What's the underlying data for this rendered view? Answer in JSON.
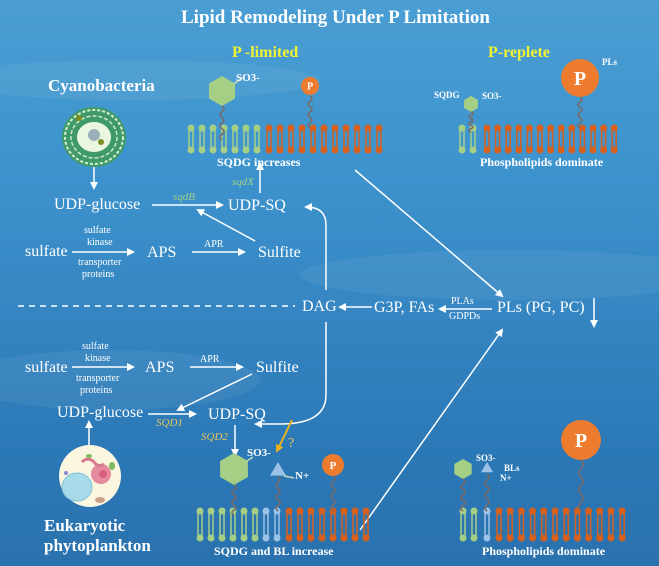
{
  "title": "Lipid Remodeling Under P Limitation",
  "organisms": {
    "top": "Cyanobacteria",
    "bottom_line1": "Eukaryotic",
    "bottom_line2": "phytoplankton"
  },
  "panels": {
    "p_limited_label": "P -limited",
    "p_replete_label": "P-replete",
    "top_left_caption": "SQDG increases",
    "top_right_caption": "Phospholipids dominate",
    "bottom_left_caption": "SQDG and BL increase",
    "bottom_right_caption": "Phospholipids dominate"
  },
  "molecules": {
    "sulfonate": "SO3-",
    "phosphate": "P",
    "amine": "N+",
    "sqdg": "SQDG",
    "pls": "PLs",
    "bls": "BLs",
    "question": "?"
  },
  "pathway_top": {
    "udp_glucose": "UDP-glucose",
    "udp_sq": "UDP-SQ",
    "sulfate": "sulfate",
    "aps": "APS",
    "sulfite": "Sulfite",
    "enzyme_sqdB": "sqdB",
    "enzyme_sqdX": "sqdX",
    "kinase_line1": "sulfate",
    "kinase_line2": "kinase",
    "transporter_line1": "transporter",
    "transporter_line2": "proteins",
    "apr": "APR"
  },
  "pathway_middle": {
    "dag": "DAG",
    "g3p_fas": "G3P, FAs",
    "plas": "PLAs",
    "gdpds": "GDPDs",
    "pls": "PLs (PG, PC)"
  },
  "pathway_bottom": {
    "udp_glucose": "UDP-glucose",
    "udp_sq": "UDP-SQ",
    "sulfate": "sulfate",
    "aps": "APS",
    "sulfite": "Sulfite",
    "enzyme_sqd1": "SQD1",
    "enzyme_sqd2": "SQD2",
    "kinase_line1": "sulfate",
    "kinase_line2": "kinase",
    "transporter_line1": "transporter",
    "transporter_line2": "proteins",
    "apr": "APR"
  },
  "colors": {
    "sqdg_green": "#a6cf86",
    "phospholipid_orange": "#d6601c",
    "phosphate_orange": "#ee7c2f",
    "betaine_blue": "#9cc2e8",
    "label_yellow": "#f2f233",
    "enzyme_green": "#9fd08a",
    "enzyme_gold": "#e9c55a"
  }
}
